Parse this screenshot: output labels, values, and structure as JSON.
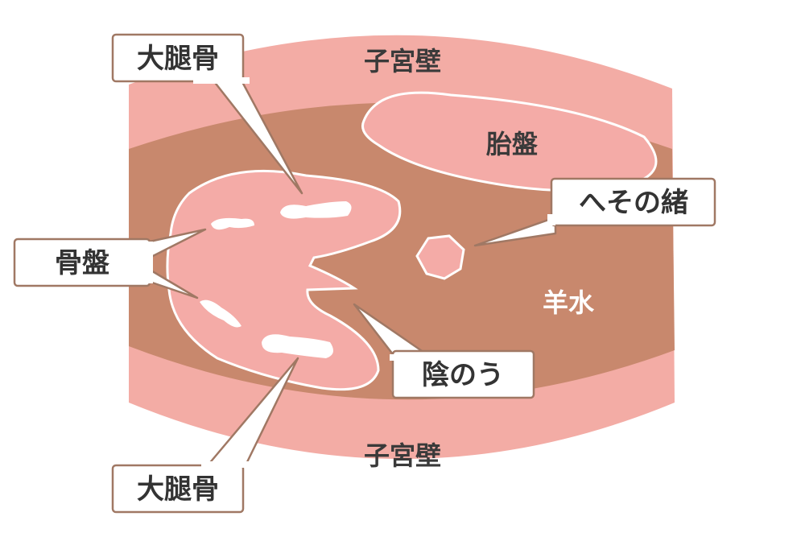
{
  "labels": {
    "uterine_wall_top": "子宮壁",
    "uterine_wall_bottom": "子宮壁",
    "placenta": "胎盤",
    "amniotic_fluid": "羊水",
    "umbilical_cord": "へその緒",
    "pelvis": "骨盤",
    "femur_top": "大腿骨",
    "femur_bottom": "大腿骨",
    "scrotum": "陰のう"
  },
  "colors": {
    "uterine_wall": "#f3aca5",
    "amniotic": "#c8886d",
    "fetus": "#f4aba7",
    "bone": "#ffffff",
    "callout_border": "#a07864",
    "text": "#333333"
  }
}
